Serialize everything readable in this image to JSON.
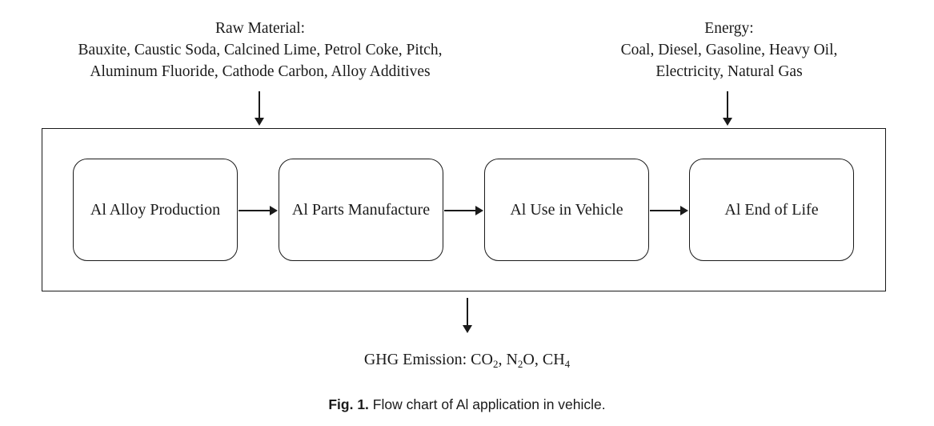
{
  "raw_material": {
    "title": "Raw Material:",
    "line1": "Bauxite, Caustic Soda, Calcined Lime, Petrol Coke, Pitch,",
    "line2": "Aluminum Fluoride, Cathode Carbon, Alloy Additives"
  },
  "energy": {
    "title": "Energy:",
    "line1": "Coal, Diesel, Gasoline, Heavy Oil,",
    "line2": "Electricity, Natural Gas"
  },
  "stages": [
    {
      "label": "Al Alloy Production"
    },
    {
      "label": "Al Parts Manufacture"
    },
    {
      "label": "Al Use in Vehicle"
    },
    {
      "label": "Al End of Life"
    }
  ],
  "emission": {
    "prefix": "GHG Emission: ",
    "gas1_base": "CO",
    "gas1_sub": "2",
    "sep1": ", ",
    "gas2_base": "N",
    "gas2_sub": "2",
    "gas2_tail": "O",
    "sep2": ", ",
    "gas3_base": "CH",
    "gas3_sub": "4"
  },
  "caption": {
    "label": "Fig. 1.",
    "text": " Flow chart of Al application in vehicle."
  }
}
